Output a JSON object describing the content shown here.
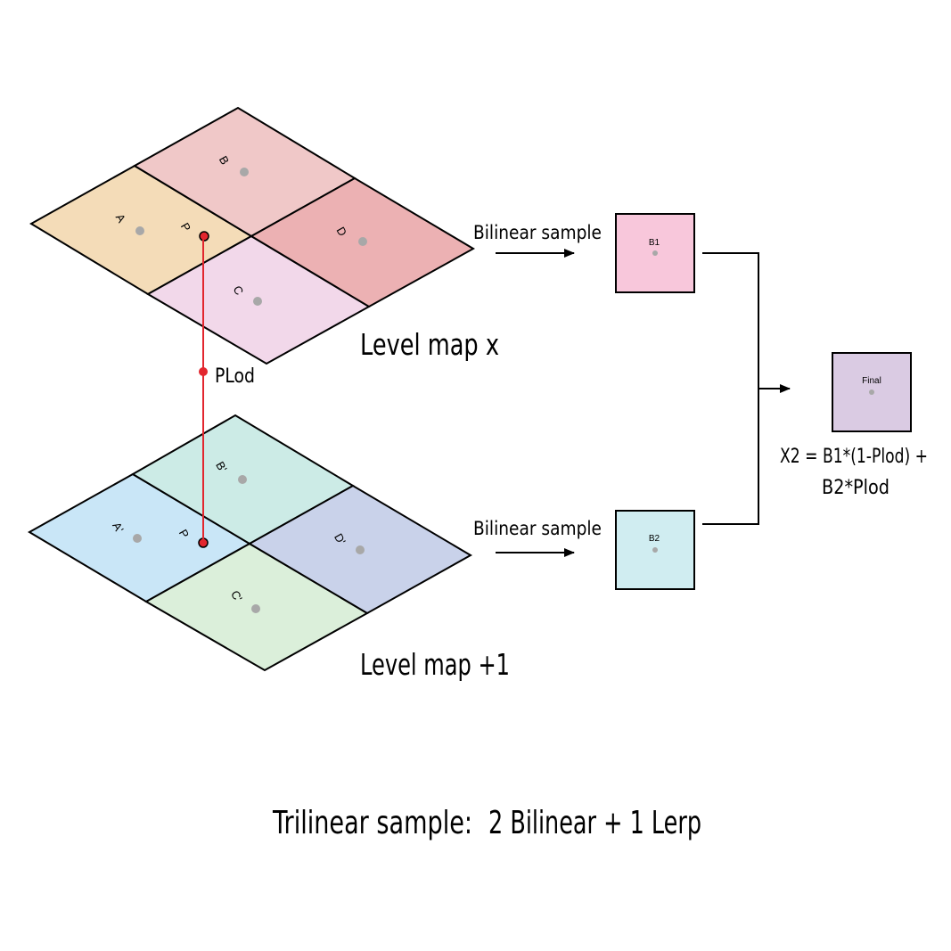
{
  "colors": {
    "tile_a": "#F4DCB8",
    "tile_b": "#F0C8C8",
    "tile_c": "#F2D8EA",
    "tile_d": "#ECB1B3",
    "tile_a2": "#C9E6F7",
    "tile_b2": "#CCEBE6",
    "tile_c2": "#DBEFDA",
    "tile_d2": "#C9D2EA",
    "box_b1": "#F8C7DB",
    "box_b2": "#D0EDF1",
    "box_final": "#DACBE3",
    "dot": "#A8A8A8",
    "plod": "#E2262E",
    "subtle_text": "#6E6E6E"
  },
  "upper": {
    "tiles": {
      "a": "A",
      "b": "B",
      "c": "C",
      "d": "D",
      "p": "P"
    },
    "title": "Level map x"
  },
  "lower": {
    "tiles": {
      "a": "A'",
      "b": "B'",
      "c": "C'",
      "d": "D'",
      "p": "P"
    },
    "title": "Level map +1"
  },
  "plod_label": "PLod",
  "arrow_label_top": "Bilinear sample",
  "arrow_label_bottom": "Bilinear sample",
  "box_b1_label": "B1",
  "box_b2_label": "B2",
  "box_final_label": "Final",
  "formula": {
    "line1": "X2 = B1*(1-Plod) +",
    "line2": "B2*Plod"
  },
  "caption": {
    "main": "Trilinear sample:",
    "detail": "2 Bilinear + 1 Lerp"
  }
}
